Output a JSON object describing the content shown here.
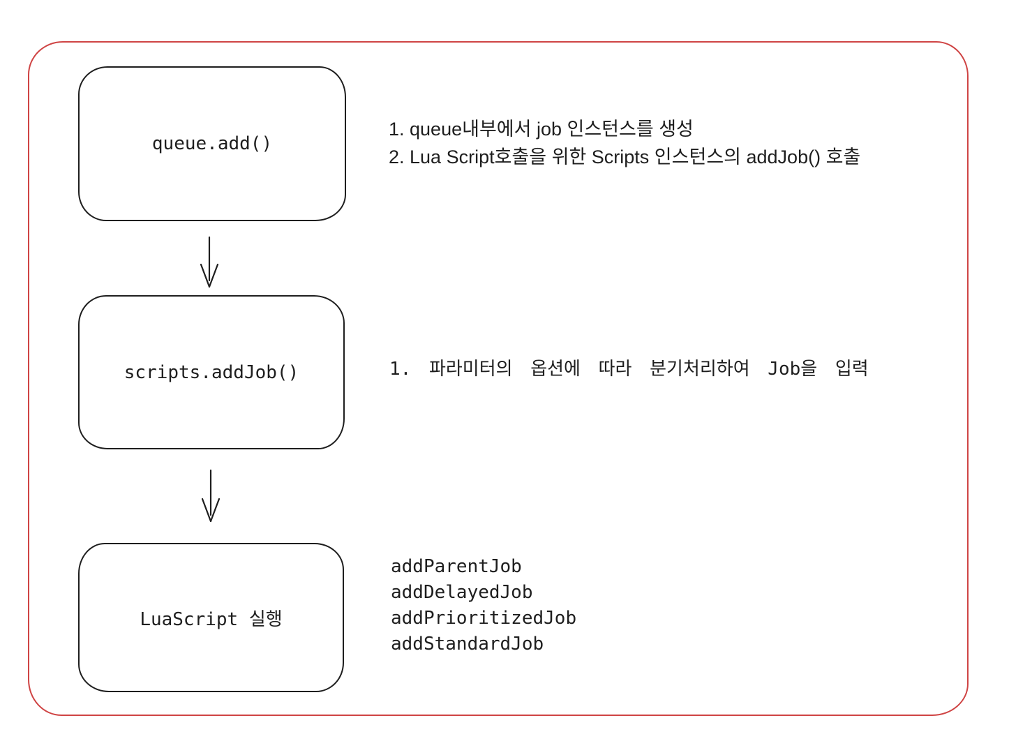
{
  "diagram": {
    "colors": {
      "frame": "#cf4444",
      "stroke": "#1e1e1e",
      "text": "#1e1e1e",
      "background": "#ffffff"
    },
    "nodes": [
      {
        "id": "queue-add",
        "label": "queue.add()",
        "notes": [
          "1. queue내부에서 job 인스턴스를 생성",
          "2. Lua Script호출을 위한 Scripts 인스턴스의 addJob() 호출"
        ]
      },
      {
        "id": "scripts-addjob",
        "label": "scripts.addJob()",
        "notes": [
          "1. 파라미터의 옵션에 따라 분기처리하여 Job을 입력"
        ]
      },
      {
        "id": "luascript-run",
        "label": "LuaScript 실행",
        "notes": [
          "addParentJob",
          "addDelayedJob",
          "addPrioritizedJob",
          "addStandardJob"
        ]
      }
    ],
    "connections": [
      {
        "from": "queue-add",
        "to": "scripts-addjob",
        "type": "arrow-down"
      },
      {
        "from": "scripts-addjob",
        "to": "luascript-run",
        "type": "arrow-down"
      }
    ]
  }
}
